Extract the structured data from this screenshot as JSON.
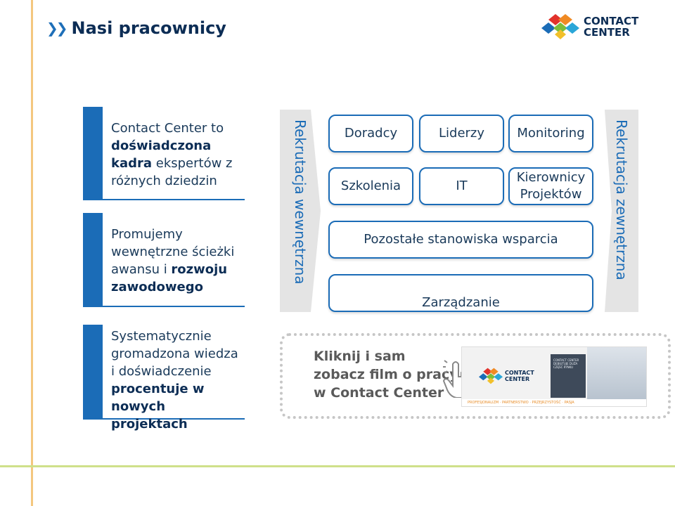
{
  "title": "Nasi pracownicy",
  "logo": {
    "line1": "CONTACT",
    "line2": "CENTER"
  },
  "blocks": {
    "b1": {
      "p1": "Contact Center to ",
      "b1": "doświadczona kadra",
      "p2": " ekspertów z różnych dziedzin"
    },
    "b2": {
      "p1": "Promujemy wewnętrzne ścieżki awansu i ",
      "b1": "rozwoju zawodowego"
    },
    "b3": {
      "p1": "Systematycznie gromadzona wiedza i doświadczenie ",
      "b1": "procentuje w nowych projektach"
    }
  },
  "arrows": {
    "internal": "Rekrutacja wewnętrzna",
    "external": "Rekrutacja zewnętrzna"
  },
  "roles": {
    "doradcy": "Doradcy",
    "liderzy": "Liderzy",
    "monitoring": "Monitoring",
    "szkolenia": "Szkolenia",
    "it": "IT",
    "kierownicy": "Kierownicy Projektów",
    "pozostale": "Pozostałe stanowiska wsparcia",
    "zarzadzanie": "Zarządzanie"
  },
  "film": {
    "text": "Kliknij i sam zobacz film o pracy w Contact Center",
    "video_logo_line1": "CONTACT",
    "video_logo_line2": "CENTER",
    "video_card": "CONTACT CENTER DEBIUTUJE DUŻA CZĘŚĆ RYNKU",
    "video_strip": "PROFESJONALIZM · PARTNERSTWO · PRZEJRZYSTOŚĆ · PASJA"
  },
  "colors": {
    "brand_blue": "#1b6cb7",
    "navy": "#0c2d55",
    "orange_line": "#f4c77e",
    "green_line": "#cfe08a"
  },
  "icons": {
    "title_marker": "double-chevron-icon",
    "logo": "contact-center-logo",
    "hand": "pointer-hand-icon"
  }
}
